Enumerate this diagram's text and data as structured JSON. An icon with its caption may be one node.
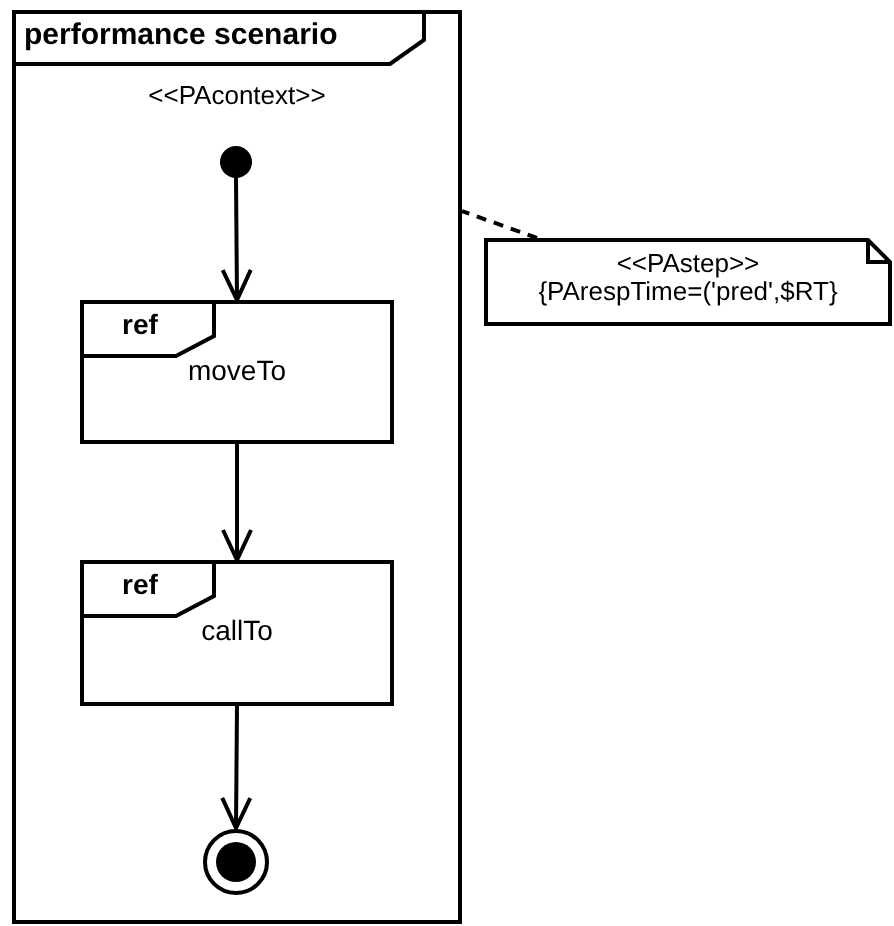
{
  "diagram": {
    "nodes": [
      {
        "text": [
          "performance scenario",
          "<<PAcontext>>"
        ]
      },
      {
        "text": [],
        "shape": "circle",
        "in": 0
      },
      {
        "text": [
          "ref",
          "moveTo"
        ],
        "in": 0
      },
      {
        "text": [
          "ref",
          "callTo"
        ],
        "in": 0
      },
      {
        "text": [],
        "shape": "circle",
        "in": 0
      },
      {
        "text": [
          "<<PAstep>>",
          "{PArespTime=('pred',$RT}"
        ]
      }
    ],
    "edges": [
      {
        "from": 1,
        "to": 2,
        "arrow": "to"
      },
      {
        "from": 2,
        "to": 3,
        "arrow": "to"
      },
      {
        "from": 3,
        "to": 4,
        "arrow": "to"
      },
      {
        "from": 5,
        "to": 0,
        "arrow": "none",
        "style": "dashed"
      }
    ]
  }
}
